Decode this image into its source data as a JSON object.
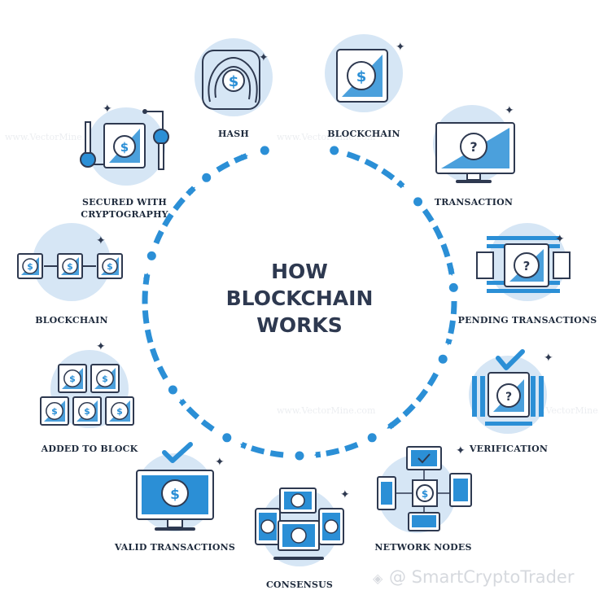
{
  "title_lines": [
    "HOW",
    "BLOCKCHAIN",
    "WORKS"
  ],
  "steps": [
    {
      "label": "HASH",
      "icon": "fingerprint-coin-icon"
    },
    {
      "label": "BLOCKCHAIN",
      "icon": "coin-block-icon"
    },
    {
      "label": "TRANSACTION",
      "icon": "monitor-question-icon"
    },
    {
      "label": "PENDING TRANSACTIONS",
      "icon": "pending-blocks-icon"
    },
    {
      "label": "VERIFICATION",
      "icon": "verified-block-icon"
    },
    {
      "label": "NETWORK NODES",
      "icon": "network-devices-icon"
    },
    {
      "label": "CONSENSUS",
      "icon": "connected-devices-icon"
    },
    {
      "label": "VALID TRANSACTIONS",
      "icon": "monitor-check-coin-icon"
    },
    {
      "label": "ADDED TO BLOCK",
      "icon": "stacked-blocks-icon"
    },
    {
      "label": "BLOCKCHAIN",
      "icon": "chained-blocks-icon"
    },
    {
      "label": "SECURED WITH CRYPTOGRAPHY",
      "label_lines": [
        "SECURED WITH",
        "CRYPTOGRAPHY"
      ],
      "icon": "keys-block-icon"
    }
  ],
  "watermark": "@ SmartCryptoTrader",
  "faint_watermark": "www.VectorMine.com",
  "colors": {
    "accent": "#2b8fd6",
    "circle_bg": "#d6e6f5",
    "ink": "#2e3950"
  }
}
